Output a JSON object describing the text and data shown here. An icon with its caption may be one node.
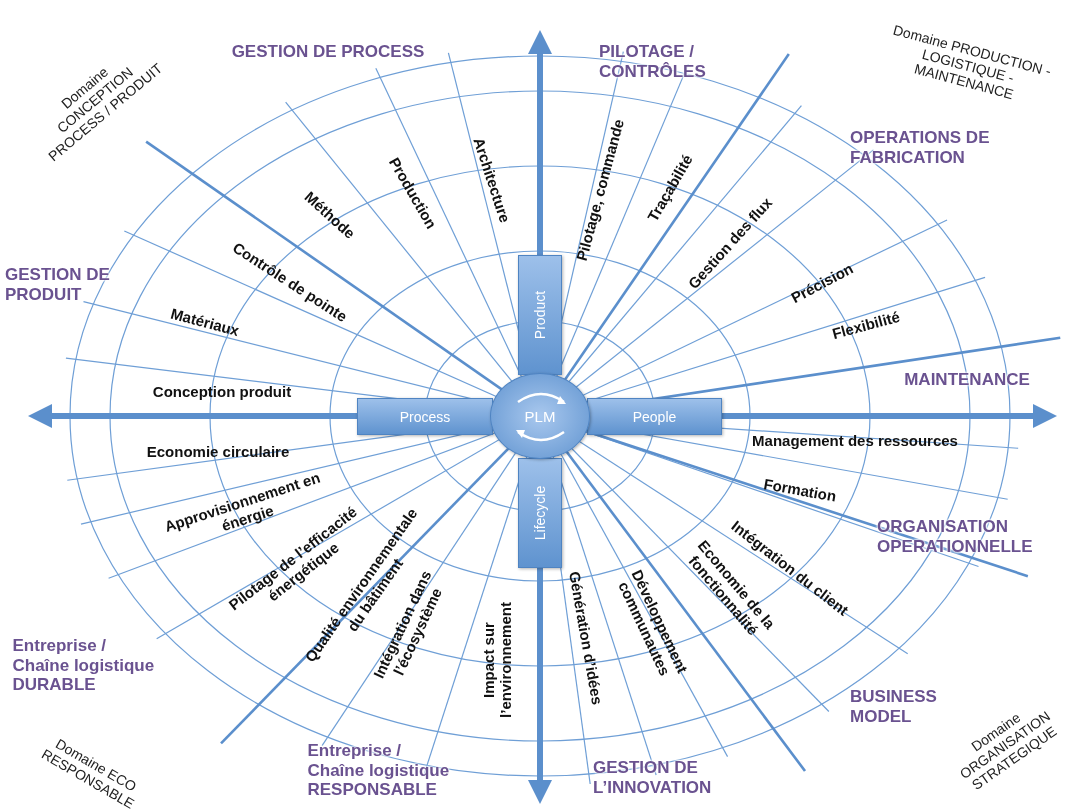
{
  "diagram": {
    "nodes": [
      {
        "text": [
          "PLM"
        ]
      },
      {
        "text": [
          "Product"
        ]
      },
      {
        "text": [
          "Process"
        ]
      },
      {
        "text": [
          "People"
        ]
      },
      {
        "text": [
          "Lifecycle"
        ]
      }
    ],
    "labels": [
      "Domaine CONCEPTION PROCESS / PRODUIT",
      "GESTION DE PROCESS",
      "PILOTAGE / CONTRÔLES",
      "Domaine PRODUCTION - LOGISTIQUE - MAINTENANCE",
      "OPERATIONS DE FABRICATION",
      "Architecture",
      "Production",
      "Pilotage, commande",
      "Traçabilité",
      "Méthode",
      "Gestion des flux",
      "Contrôle de pointe",
      "GESTION DE PRODUIT",
      "Précision",
      "Matériaux",
      "Flexibilité",
      "MAINTENANCE",
      "Conception produit",
      "Management des ressources",
      "Economie circulaire",
      "Formation",
      "Approvisionnement en énergie",
      "ORGANISATION OPERATIONNELLE",
      "Intégration du client",
      "Pilotage de l’efficacité énergétique",
      "Qualité environnementale du bâtiment",
      "Intégration dans l’écosystème",
      "Economie de la fonctionnalité",
      "Développement communautes",
      "Génération d’idées",
      "Impact sur l’environnement",
      "Entreprise / Chaîne logistique DURABLE",
      "BUSINESS MODEL",
      "Domaine ECO RESPONSABLE",
      "Entreprise / Chaîne logistique RESPONSABLE",
      "GESTION DE L’INNOVATION",
      "Domaine ORGANISATION STRATEGIQUE"
    ]
  }
}
